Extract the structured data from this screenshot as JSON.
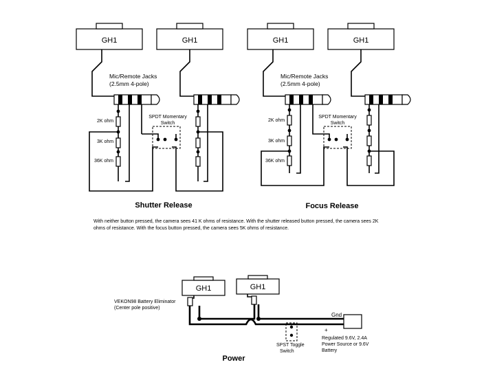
{
  "camera_label": "GH1",
  "jacks_label_line1": "Mic/Remote Jacks",
  "jacks_label_line2": "(2.5mm 4-pole)",
  "switch_label_line1": "SPDT Momentary",
  "switch_label_line2": "Switch",
  "resistors": [
    "2K ohm",
    "3K ohm",
    "36K ohm"
  ],
  "shutter_title": "Shutter Release",
  "focus_title": "Focus Release",
  "description_line1": "With neither button pressed, the camera sees 41 K ohms of resistance. With the shutter released button pressed, the camera sees 2K",
  "description_line2": "ohms of resistance.  With the focus button pressed, the camera sees 5K ohms of resistance.",
  "power": {
    "title": "Power",
    "eliminator_line1": "VEKON98 Battery Eliminator",
    "eliminator_line2": "(Center pole positive)",
    "gnd_label": "Gnd",
    "plus_label": "+",
    "source_line1": "Regulated 9.6V, 2.4A",
    "source_line2": "Power Source or 9.6V",
    "source_line3": "Battery",
    "toggle_line1": "SPST Toggle",
    "toggle_line2": "Switch"
  }
}
